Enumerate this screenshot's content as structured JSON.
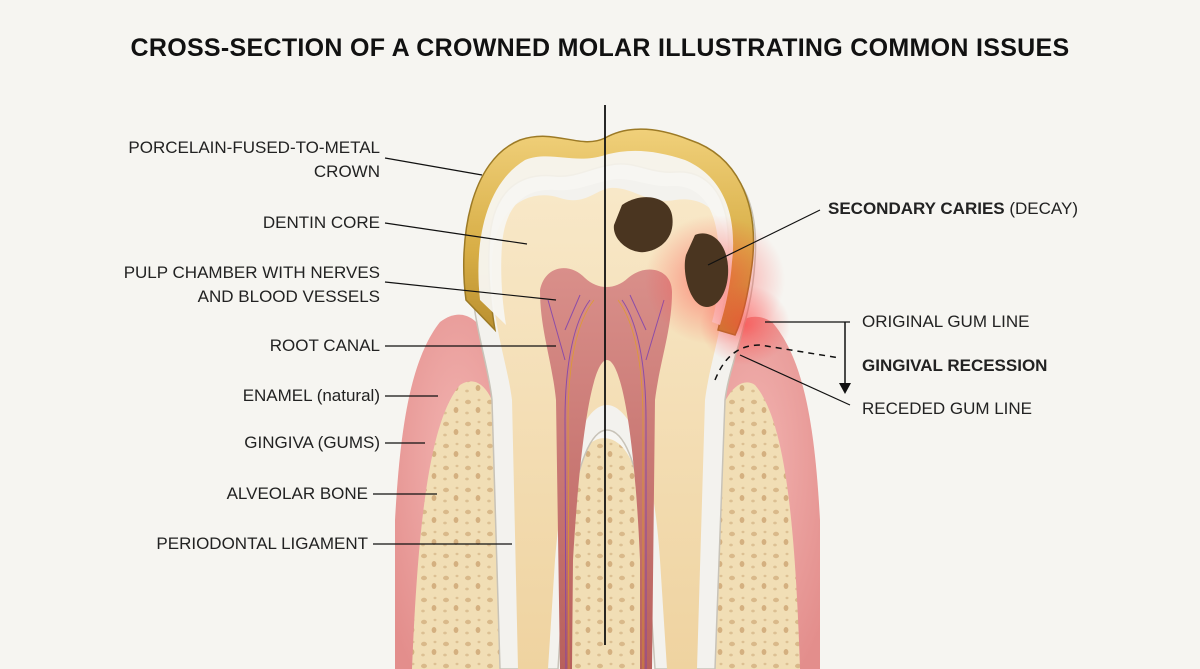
{
  "title": "CROSS-SECTION OF A CROWNED MOLAR ILLUSTRATING COMMON ISSUES",
  "colors": {
    "crown_gold": "#d9b24a",
    "enamel": "#f3f2ee",
    "dentin": "#f2dcb2",
    "pulp": "#c97a7a",
    "gum": "#e59a9a",
    "bone": "#f1deb5",
    "decay": "#4a3520",
    "inflammation": "#ff5a5a"
  },
  "left_labels": {
    "crown_line1": "PORCELAIN-FUSED-TO-METAL",
    "crown_line2": "CROWN",
    "dentin": "DENTIN CORE",
    "pulp_line1": "PULP CHAMBER WITH NERVES",
    "pulp_line2": "AND BLOOD VESSELS",
    "root_canal": "ROOT CANAL",
    "enamel": "ENAMEL (natural)",
    "gingiva": "GINGIVA (GUMS)",
    "bone": "ALVEOLAR BONE",
    "ligament": "PERIODONTAL LIGAMENT"
  },
  "right_labels": {
    "caries_bold": "SECONDARY CARIES",
    "caries_rest": " (DECAY)",
    "original_gum": "ORIGINAL GUM LINE",
    "recession": "GINGIVAL RECESSION",
    "receded_gum": "RECEDED GUM LINE"
  }
}
